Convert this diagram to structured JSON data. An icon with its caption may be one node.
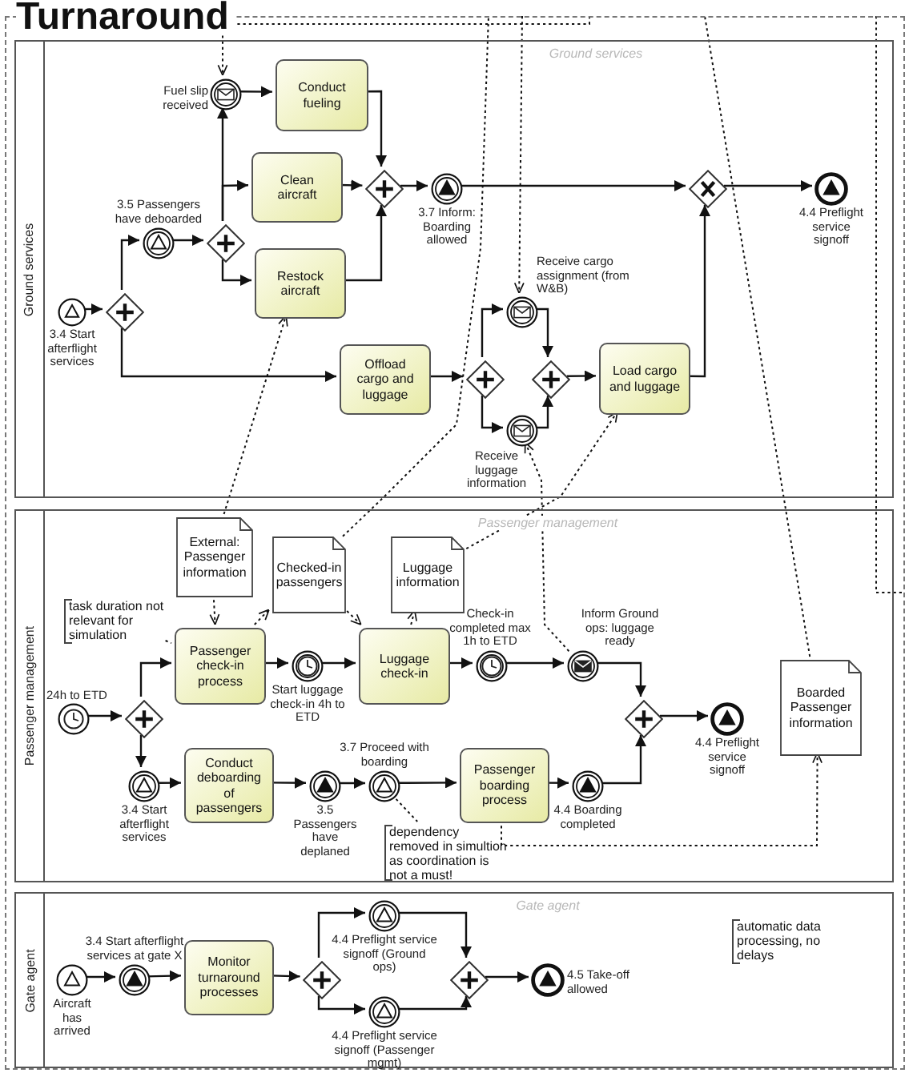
{
  "diagram": {
    "nodes": [
      {
        "text": [
          "Turnaround"
        ]
      },
      {
        "text": [
          "Ground services",
          "Ground services"
        ],
        "in": 0
      },
      {
        "text": [
          "Passenger management",
          "Passenger management"
        ],
        "in": 0
      },
      {
        "text": [
          "Gate agent",
          "Gate agent"
        ],
        "in": 0
      },
      {
        "text": [],
        "shape": "circle",
        "in": 1,
        "beside": [
          "3.4 Start afterflight services"
        ]
      },
      {
        "text": [],
        "shape": "diamond",
        "in": 1
      },
      {
        "text": [],
        "shape": "circle",
        "in": 1,
        "beside": [
          "3.5 Passengers have deboarded"
        ]
      },
      {
        "text": [],
        "shape": "diamond",
        "in": 1
      },
      {
        "text": [],
        "shape": "circle",
        "in": 1,
        "beside": [
          "Fuel slip received"
        ]
      },
      {
        "text": [
          "Conduct fueling"
        ],
        "in": 1
      },
      {
        "text": [
          "Clean aircraft"
        ],
        "in": 1
      },
      {
        "text": [
          "Restock aircraft"
        ],
        "in": 1
      },
      {
        "text": [],
        "shape": "diamond",
        "in": 1
      },
      {
        "text": [],
        "shape": "circle",
        "in": 1,
        "beside": [
          "3.7 Inform: Boarding allowed"
        ]
      },
      {
        "text": [],
        "shape": "diamond",
        "in": 1
      },
      {
        "text": [],
        "shape": "circle",
        "in": 1,
        "beside": [
          "4.4 Preflight service signoff"
        ]
      },
      {
        "text": [
          "Offload cargo and luggage"
        ],
        "in": 1
      },
      {
        "text": [],
        "shape": "diamond",
        "in": 1
      },
      {
        "text": [],
        "shape": "circle",
        "in": 1,
        "beside": [
          "Receive cargo assignment (from W&B)"
        ]
      },
      {
        "text": [],
        "shape": "circle",
        "in": 1,
        "beside": [
          "Receive luggage information"
        ]
      },
      {
        "text": [],
        "shape": "diamond",
        "in": 1
      },
      {
        "text": [
          "Load cargo and luggage"
        ],
        "in": 1
      },
      {
        "text": [
          "External: Passenger information"
        ],
        "in": 2
      },
      {
        "text": [
          "Checked-in passengers"
        ],
        "in": 2
      },
      {
        "text": [
          "Luggage information"
        ],
        "in": 2
      },
      {
        "text": [
          "task duration not relevant for simulation"
        ],
        "in": 2
      },
      {
        "text": [],
        "shape": "circle",
        "in": 2,
        "beside": [
          "24h to ETD"
        ]
      },
      {
        "text": [],
        "shape": "diamond",
        "in": 2
      },
      {
        "text": [
          "Passenger check-in process"
        ],
        "in": 2
      },
      {
        "text": [],
        "shape": "circle",
        "in": 2,
        "beside": [
          "Start luggage check-in 4h to ETD"
        ]
      },
      {
        "text": [
          "Luggage check-in"
        ],
        "in": 2
      },
      {
        "text": [],
        "shape": "circle",
        "in": 2,
        "beside": [
          "Check-in completed max 1h to ETD"
        ]
      },
      {
        "text": [],
        "shape": "circle",
        "in": 2,
        "beside": [
          "Inform Ground ops: luggage ready"
        ]
      },
      {
        "text": [],
        "shape": "diamond",
        "in": 2
      },
      {
        "text": [],
        "shape": "circle",
        "in": 2,
        "beside": [
          "4.4 Preflight service signoff"
        ]
      },
      {
        "text": [
          "Boarded Passenger information"
        ],
        "in": 2
      },
      {
        "text": [],
        "shape": "circle",
        "in": 2,
        "beside": [
          "3.4 Start afterflight services"
        ]
      },
      {
        "text": [
          "Conduct deboarding of passengers"
        ],
        "in": 2
      },
      {
        "text": [],
        "shape": "circle",
        "in": 2,
        "beside": [
          "3.5 Passengers have deplaned"
        ]
      },
      {
        "text": [],
        "shape": "circle",
        "in": 2,
        "beside": [
          "3.7 Proceed with boarding"
        ]
      },
      {
        "text": [
          "dependency removed in simultion as coordination is not a must!"
        ],
        "in": 2
      },
      {
        "text": [
          "Passenger boarding process"
        ],
        "in": 2
      },
      {
        "text": [],
        "shape": "circle",
        "in": 2,
        "beside": [
          "4.4 Boarding completed"
        ]
      },
      {
        "text": [],
        "shape": "circle",
        "in": 3,
        "beside": [
          "Aircraft has arrived"
        ]
      },
      {
        "text": [],
        "shape": "circle",
        "in": 3,
        "beside": [
          "3.4 Start afterflight services at gate X"
        ]
      },
      {
        "text": [
          "Monitor turnaround processes"
        ],
        "in": 3
      },
      {
        "text": [],
        "shape": "diamond",
        "in": 3
      },
      {
        "text": [],
        "shape": "circle",
        "in": 3,
        "beside": [
          "4.4 Preflight service signoff (Ground ops)"
        ]
      },
      {
        "text": [],
        "shape": "circle",
        "in": 3,
        "beside": [
          "4.4 Preflight service signoff (Passenger mgmt)"
        ]
      },
      {
        "text": [],
        "shape": "diamond",
        "in": 3
      },
      {
        "text": [],
        "shape": "circle",
        "in": 3,
        "beside": [
          "4.5 Take-off allowed"
        ]
      },
      {
        "text": [
          "automatic data processing, no delays"
        ],
        "in": 3
      }
    ],
    "edges": [
      {
        "from": 4,
        "to": 5,
        "arrow": "to"
      },
      {
        "from": 5,
        "to": 6,
        "arrow": "to"
      },
      {
        "from": 5,
        "to": 16,
        "arrow": "to"
      },
      {
        "from": 6,
        "to": 7,
        "arrow": "to"
      },
      {
        "from": 7,
        "to": 8,
        "arrow": "to"
      },
      {
        "from": 8,
        "to": 9,
        "arrow": "to"
      },
      {
        "from": 7,
        "to": 10,
        "arrow": "to"
      },
      {
        "from": 7,
        "to": 11,
        "arrow": "to"
      },
      {
        "from": 9,
        "to": 12,
        "arrow": "to"
      },
      {
        "from": 10,
        "to": 12,
        "arrow": "to"
      },
      {
        "from": 11,
        "to": 12,
        "arrow": "to"
      },
      {
        "from": 12,
        "to": 13,
        "arrow": "to"
      },
      {
        "from": 13,
        "to": 14,
        "arrow": "to"
      },
      {
        "from": 14,
        "to": 15,
        "arrow": "to"
      },
      {
        "from": 16,
        "to": 17,
        "arrow": "to"
      },
      {
        "from": 17,
        "to": 18,
        "arrow": "to"
      },
      {
        "from": 17,
        "to": 19,
        "arrow": "to"
      },
      {
        "from": 18,
        "to": 20,
        "arrow": "to"
      },
      {
        "from": 19,
        "to": 20,
        "arrow": "to"
      },
      {
        "from": 20,
        "to": 21,
        "arrow": "to"
      },
      {
        "from": 21,
        "to": 14,
        "arrow": "to"
      },
      {
        "from": 26,
        "to": 27,
        "arrow": "to"
      },
      {
        "from": 27,
        "to": 28,
        "arrow": "to"
      },
      {
        "from": 27,
        "to": 36,
        "arrow": "to"
      },
      {
        "from": 28,
        "to": 29,
        "arrow": "to"
      },
      {
        "from": 29,
        "to": 30,
        "arrow": "to"
      },
      {
        "from": 30,
        "to": 31,
        "arrow": "to"
      },
      {
        "from": 31,
        "to": 32,
        "arrow": "to"
      },
      {
        "from": 32,
        "to": 33,
        "arrow": "to"
      },
      {
        "from": 33,
        "to": 34,
        "arrow": "to"
      },
      {
        "from": 36,
        "to": 37,
        "arrow": "to"
      },
      {
        "from": 37,
        "to": 38,
        "arrow": "to"
      },
      {
        "from": 38,
        "to": 39,
        "arrow": "to"
      },
      {
        "from": 39,
        "to": 41,
        "arrow": "to"
      },
      {
        "from": 41,
        "to": 42,
        "arrow": "to"
      },
      {
        "from": 42,
        "to": 33,
        "arrow": "to"
      },
      {
        "from": 43,
        "to": 44,
        "arrow": "to"
      },
      {
        "from": 44,
        "to": 45,
        "arrow": "to"
      },
      {
        "from": 45,
        "to": 46,
        "arrow": "to"
      },
      {
        "from": 46,
        "to": 47,
        "arrow": "to"
      },
      {
        "from": 46,
        "to": 48,
        "arrow": "to"
      },
      {
        "from": 47,
        "to": 49,
        "arrow": "to"
      },
      {
        "from": 48,
        "to": 49,
        "arrow": "to"
      },
      {
        "from": 49,
        "to": 50,
        "arrow": "to"
      },
      {
        "from": null,
        "to": 8,
        "arrow": "to",
        "style": "dashed"
      },
      {
        "from": null,
        "to": 18,
        "arrow": "to",
        "style": "dashed"
      },
      {
        "from": 23,
        "to": null,
        "arrow": "none",
        "style": "dashed"
      },
      {
        "from": 22,
        "to": 11,
        "arrow": "to",
        "style": "dashed"
      },
      {
        "from": 22,
        "to": 28,
        "arrow": "to",
        "style": "dashed"
      },
      {
        "from": 28,
        "to": 23,
        "arrow": "to",
        "style": "dashed"
      },
      {
        "from": 23,
        "to": 30,
        "arrow": "to",
        "style": "dashed"
      },
      {
        "from": 30,
        "to": 24,
        "arrow": "to",
        "style": "dashed"
      },
      {
        "from": 24,
        "to": 21,
        "arrow": "to",
        "style": "dashed"
      },
      {
        "from": 32,
        "to": 19,
        "arrow": "to",
        "style": "dashed"
      },
      {
        "from": 41,
        "to": 35,
        "arrow": "to",
        "style": "dashed"
      },
      {
        "from": 35,
        "to": null,
        "arrow": "none",
        "style": "dashed"
      },
      {
        "from": 25,
        "to": 28,
        "arrow": "none",
        "style": "dashed"
      },
      {
        "from": 39,
        "to": 40,
        "arrow": "none",
        "style": "dashed"
      }
    ]
  }
}
